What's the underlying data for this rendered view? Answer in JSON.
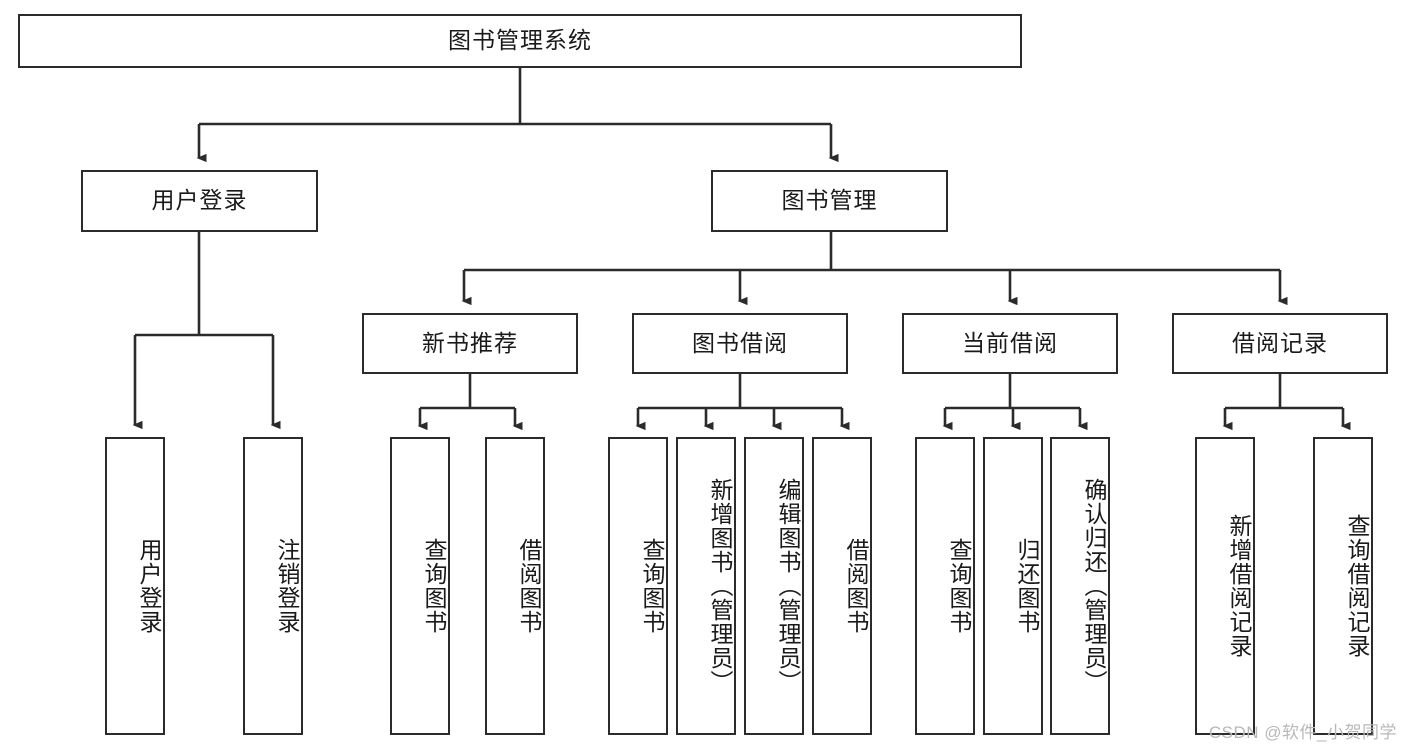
{
  "diagram": {
    "title": "图书管理系统",
    "type": "hierarchy-tree",
    "colors": {
      "box_border": "#2b2b2b",
      "box_fill": "#ffffff",
      "edge": "#2b2b2b",
      "text": "#1a1a1a",
      "watermark": "#b8b8b8"
    },
    "root": {
      "label": "图书管理系统"
    },
    "level2": [
      {
        "label": "用户登录"
      },
      {
        "label": "图书管理"
      }
    ],
    "level3": [
      {
        "label": "新书推荐"
      },
      {
        "label": "图书借阅"
      },
      {
        "label": "当前借阅"
      },
      {
        "label": "借阅记录"
      }
    ],
    "leaves": {
      "user_login": [
        {
          "label": "用户登录"
        },
        {
          "label": "注销登录"
        }
      ],
      "new_book_recommend": [
        {
          "label": "查询图书"
        },
        {
          "label": "借阅图书"
        }
      ],
      "book_borrow": [
        {
          "label": "查询图书"
        },
        {
          "label": "新增图书（管理员）"
        },
        {
          "label": "编辑图书（管理员）"
        },
        {
          "label": "借阅图书"
        }
      ],
      "current_borrow": [
        {
          "label": "查询图书"
        },
        {
          "label": "归还图书"
        },
        {
          "label": "确认归还（管理员）"
        }
      ],
      "borrow_record": [
        {
          "label": "新增借阅记录"
        },
        {
          "label": "查询借阅记录"
        }
      ]
    }
  },
  "watermark": {
    "text": "CSDN @软件_小贺同学"
  }
}
